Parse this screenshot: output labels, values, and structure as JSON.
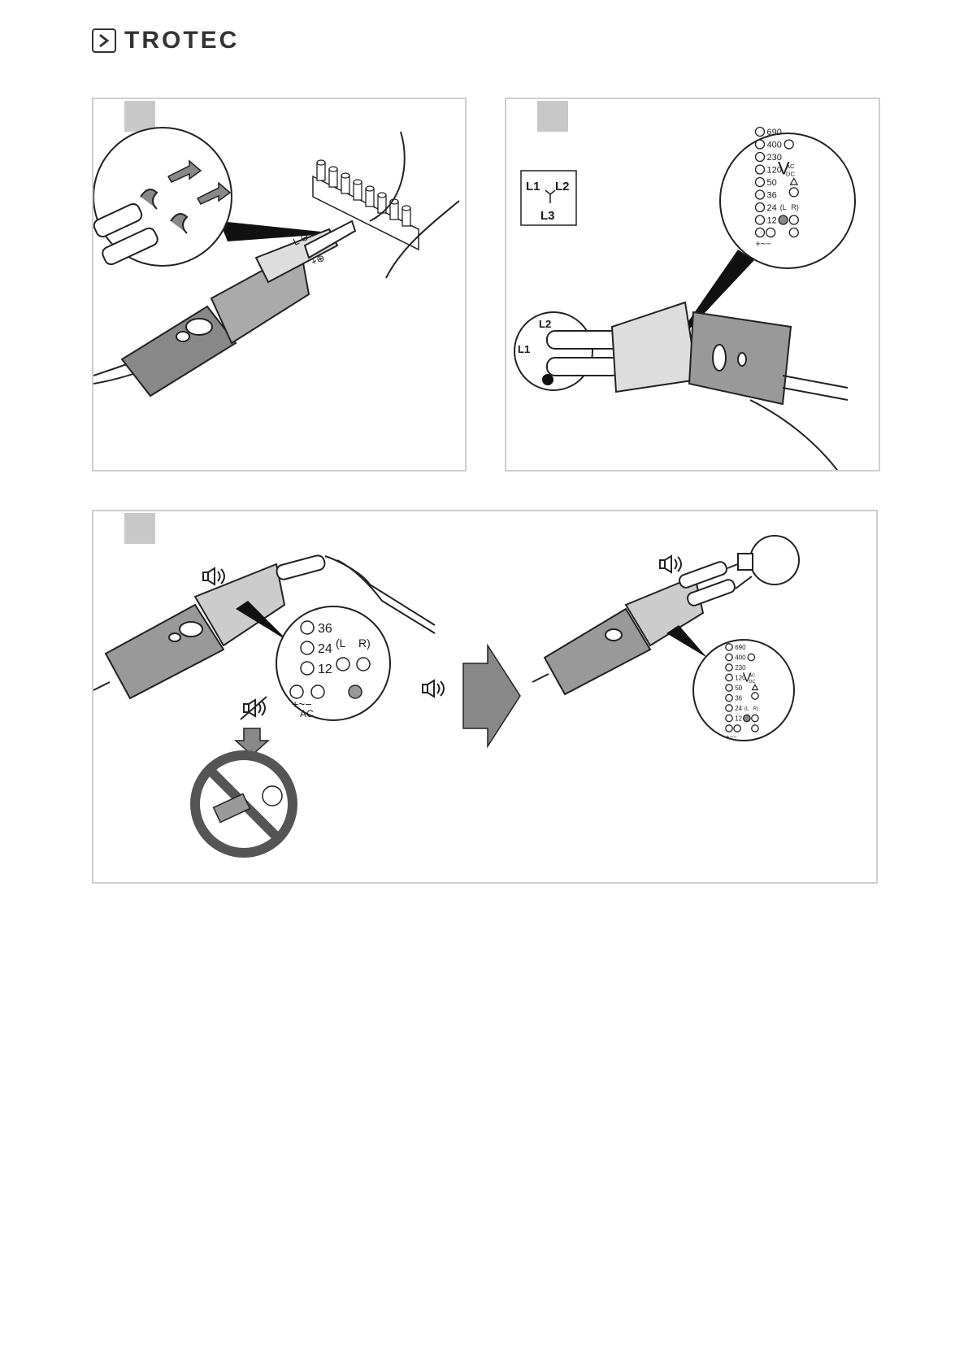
{
  "brand": {
    "name": "TROTEC"
  },
  "panels": [
    {
      "id": "p1",
      "number": ""
    },
    {
      "id": "p2",
      "number": ""
    },
    {
      "id": "p3",
      "number": ""
    }
  ],
  "probe": {
    "minus": "L ⊖",
    "plus": "+⊕"
  },
  "phase_diagram": {
    "l1": "L1",
    "l2": "L2",
    "l3": "L3"
  },
  "terminals": {
    "l1": "L1",
    "l2": "L2"
  },
  "led_scale": {
    "values": [
      "690",
      "400",
      "230",
      "120",
      "50",
      "36",
      "24",
      "12"
    ],
    "v": "V",
    "ac": "AC",
    "dc": "DC",
    "rotation_left": "(L",
    "rotation_right": "R)",
    "bottom": "+~−",
    "bottom_ac": "AC"
  },
  "zoom_p3": {
    "values": [
      "36",
      "24",
      "12"
    ],
    "rotation_left": "(L",
    "rotation_right": "R)",
    "bottom": "+~−",
    "bottom_ac": "AC"
  }
}
